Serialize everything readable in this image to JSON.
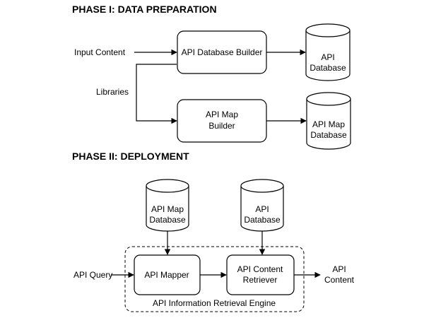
{
  "phase1": {
    "title": "PHASE I: DATA PREPARATION",
    "input_content": "Input Content",
    "libraries": "Libraries",
    "api_database_builder": "API Database Builder",
    "api_map_builder": [
      "API Map",
      "Builder"
    ],
    "api_database": [
      "API",
      "Database"
    ],
    "api_map_database": [
      "API Map",
      "Database"
    ]
  },
  "phase2": {
    "title": "PHASE II: DEPLOYMENT",
    "api_map_database": [
      "API Map",
      "Database"
    ],
    "api_database": [
      "API",
      "Database"
    ],
    "api_query": "API Query",
    "api_mapper": "API Mapper",
    "api_content_retriever": [
      "API Content",
      "Retriever"
    ],
    "api_content": [
      "API",
      "Content"
    ],
    "engine_label": "API Information Retrieval Engine"
  }
}
